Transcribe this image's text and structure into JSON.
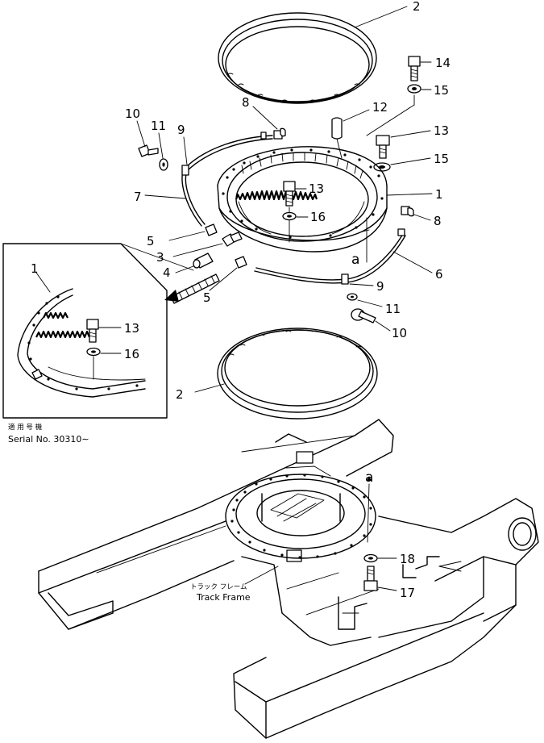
{
  "callouts": {
    "c2_top": "2",
    "c14": "14",
    "c15_top": "15",
    "c12": "12",
    "c13_right": "13",
    "c15_mid": "15",
    "c8_top": "8",
    "c10_left": "10",
    "c11_left": "11",
    "c9_left": "9",
    "c7": "7",
    "c1_main": "1",
    "c13_center": "13",
    "c16_center": "16",
    "a_upper": "a",
    "c8_right": "8",
    "c5_left": "5",
    "c3": "3",
    "c4": "4",
    "c6": "6",
    "c5_bottom": "5",
    "c9_bottom": "9",
    "c11_bottom": "11",
    "c10_bottom": "10",
    "c2_lower": "2",
    "inset_c1": "1",
    "inset_c13": "13",
    "inset_c16": "16",
    "a_lower": "a",
    "c18": "18",
    "c17": "17"
  },
  "inset": {
    "caption_jp": "適 用 号 機",
    "caption_serial": "Serial No. 30310∼"
  },
  "track_frame": {
    "label_jp": "トラック フレーム",
    "label_en": "Track Frame"
  }
}
